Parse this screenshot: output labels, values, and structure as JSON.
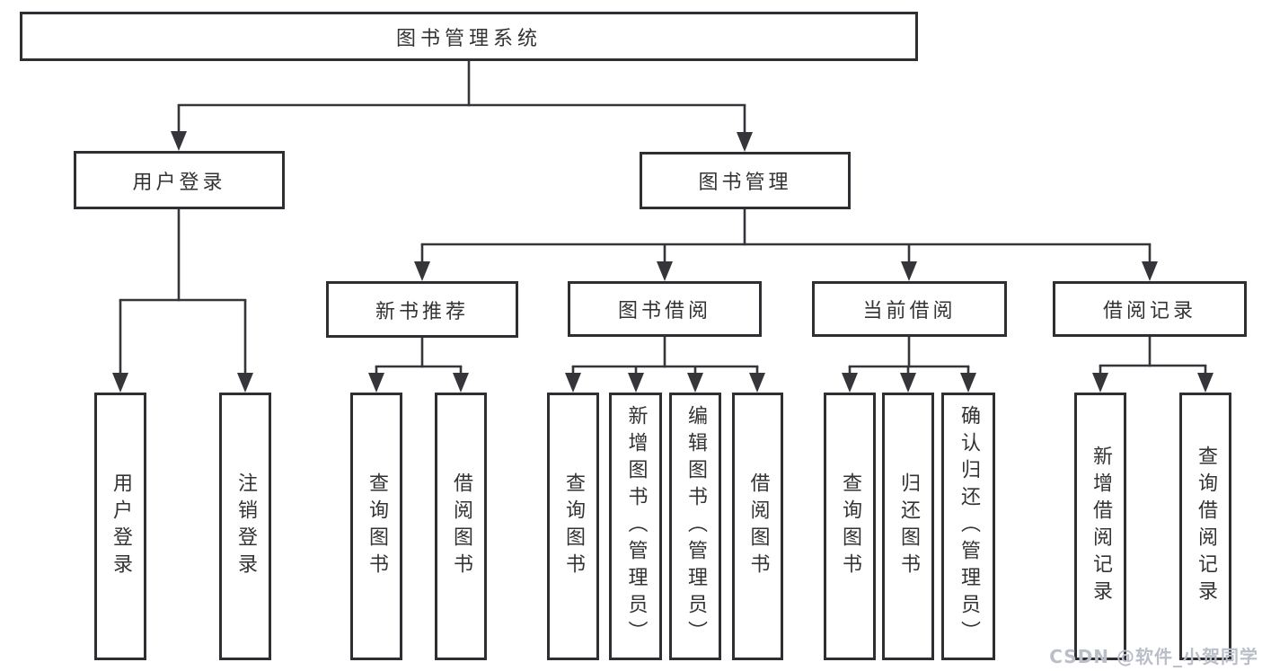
{
  "colors": {
    "line": "#35353a",
    "box_border": "#2e2e33",
    "text": "#333333",
    "background": "#ffffff",
    "watermark_color": "#b9bec8"
  },
  "watermark": {
    "text": "CSDN @软件_小贺同学"
  },
  "diagram": {
    "root": {
      "label": "图书管理系统"
    },
    "branches": [
      {
        "label": "用户登录",
        "children": [
          {
            "label": "用户登录"
          },
          {
            "label": "注销登录"
          }
        ]
      },
      {
        "label": "图书管理",
        "children": [
          {
            "label": "新书推荐",
            "children": [
              {
                "label": "查询图书"
              },
              {
                "label": "借阅图书"
              }
            ]
          },
          {
            "label": "图书借阅",
            "children": [
              {
                "label": "查询图书"
              },
              {
                "label": "新增图书（管理员）"
              },
              {
                "label": "编辑图书（管理员）"
              },
              {
                "label": "借阅图书"
              }
            ]
          },
          {
            "label": "当前借阅",
            "children": [
              {
                "label": "查询图书"
              },
              {
                "label": "归还图书"
              },
              {
                "label": "确认归还（管理员）"
              }
            ]
          },
          {
            "label": "借阅记录",
            "children": [
              {
                "label": "新增借阅记录"
              },
              {
                "label": "查询借阅记录"
              }
            ]
          }
        ]
      }
    ]
  }
}
